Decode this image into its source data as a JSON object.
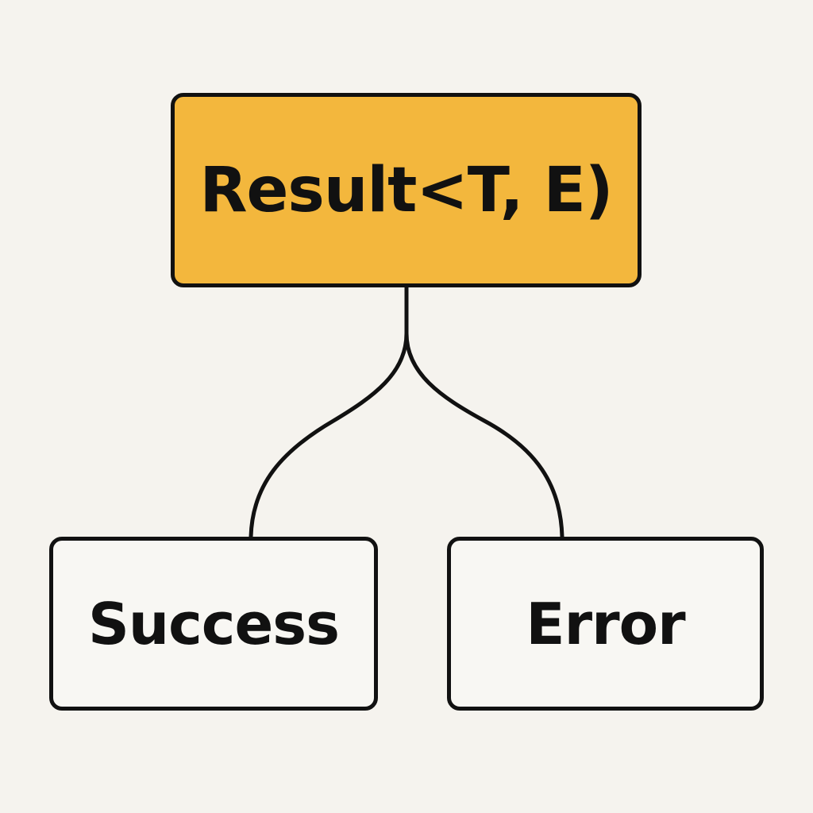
{
  "diagram": {
    "root": {
      "label": "Result<T, E)"
    },
    "children": [
      {
        "label": "Success"
      },
      {
        "label": "Error"
      }
    ]
  },
  "colors": {
    "background": "#f5f3ee",
    "root_fill": "#f3b73d",
    "child_fill": "#f8f7f3",
    "stroke": "#111111"
  }
}
